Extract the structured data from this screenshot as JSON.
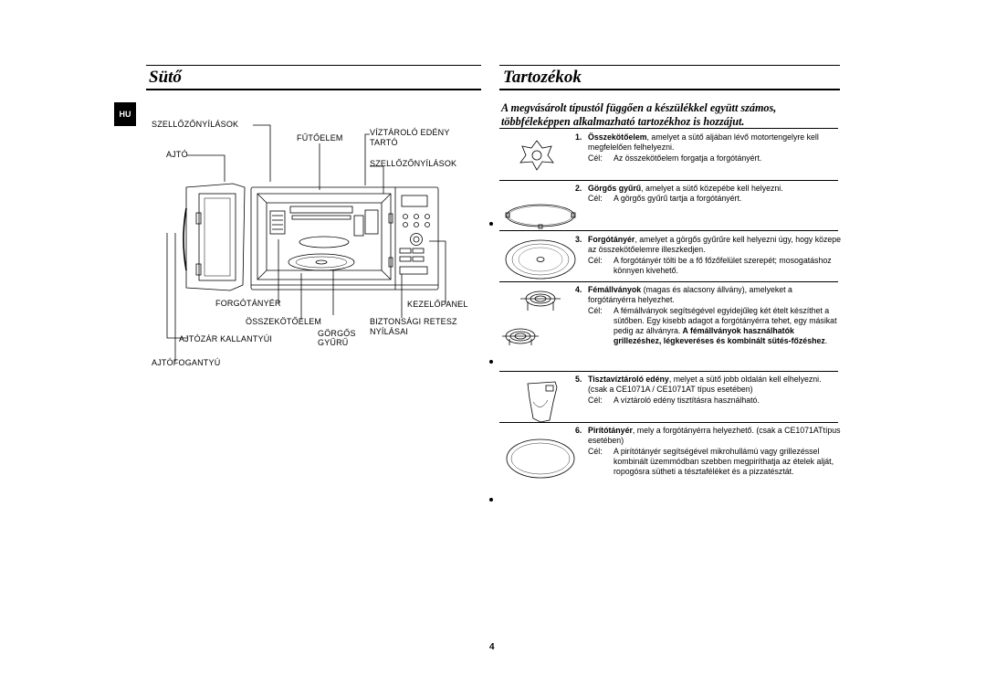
{
  "left_section": {
    "title": "Sütő",
    "hu_badge": "HU",
    "labels": {
      "szellozo_top": "SZELLŐZŐNYÍLÁSOK",
      "futoelem": "FŰTŐELEM",
      "viztarolo": "VÍZTÁROLÓ EDÉNY",
      "tarto": "TARTÓ",
      "ajto": "AJTÓ",
      "szellozo_right": "SZELLŐZŐNYÍLÁSOK",
      "forgotanyer": "FORGÓTÁNYÉR",
      "kezelopanel": "KEZELŐPANEL",
      "osszekotoelem": "ÖSSZEKÖTŐELEM",
      "biztonsagi": "BIZTONSÁGI RETESZ",
      "nyilasai": "NYÍLÁSAI",
      "gorgos": "GÖRGŐS",
      "gyuru": "GYŰRŰ",
      "ajtozar": "AJTÓZÁR KALLANTYÚI",
      "ajtofogantyu": "AJTÓFOGANTYÚ"
    }
  },
  "right_section": {
    "title": "Tartozékok",
    "intro_line1": "A megvásárolt típustól függően a készülékkel együtt számos,",
    "intro_line2": "többféleképpen alkalmazható tartozékhoz is hozzájut.",
    "cel_label": "Cél:",
    "items": [
      {
        "num": "1.",
        "name": "Összekötőelem",
        "text": ", amelyet a sütő aljában lévő motortengelyre kell megfelelően felhelyezni.",
        "cel": "Az összekötőelem forgatja a forgótányért."
      },
      {
        "num": "2.",
        "name": "Görgős gyűrű",
        "text": ", amelyet a sütő közepébe kell helyezni.",
        "cel": "A görgős gyűrű tartja a forgótányért."
      },
      {
        "num": "3.",
        "name": "Forgótányér",
        "text": ", amelyet a görgős gyűrűre kell helyezni úgy, hogy közepe az összekötőelemre illeszkedjen.",
        "cel": "A forgótányér tölti be a fő főzőfelület szerepét; mosogatáshoz könnyen kivehető."
      },
      {
        "num": "4.",
        "name": "Fémállványok",
        "text": " (magas és alacsony állvány), amelyeket a forgótányérra helyezhet.",
        "cel": "A fémállványok segítségével egyidejűleg két ételt készíthet a sütőben. Egy kisebb adagot a forgótányérra tehet, egy másikat pedig az állványra.",
        "cel_bold": " A fémállványok használhatók grillezéshez, légkeveréses és kombinált sütés-főzéshez",
        "cel_end": "."
      },
      {
        "num": "5.",
        "name": "Tisztavíztároló edény",
        "text": ", melyet a sütő jobb oldalán kell elhelyezni. (csak a CE1071A / CE1071AT típus esetében)",
        "cel": "A víztároló edény tisztításra használható."
      },
      {
        "num": "6.",
        "name": "Pirítótányér",
        "text": ", mely a forgótányérra helyezhető. (csak a CE1071ATtípus esetében)",
        "cel": "A pirítótányér segítségével mikrohullámú vagy grillezéssel kombinált üzemmódban szebben megpiríthatja az ételek alját, ropogósra sütheti a tésztaféléket és a pizzatésztát."
      }
    ]
  },
  "page_number": "4"
}
